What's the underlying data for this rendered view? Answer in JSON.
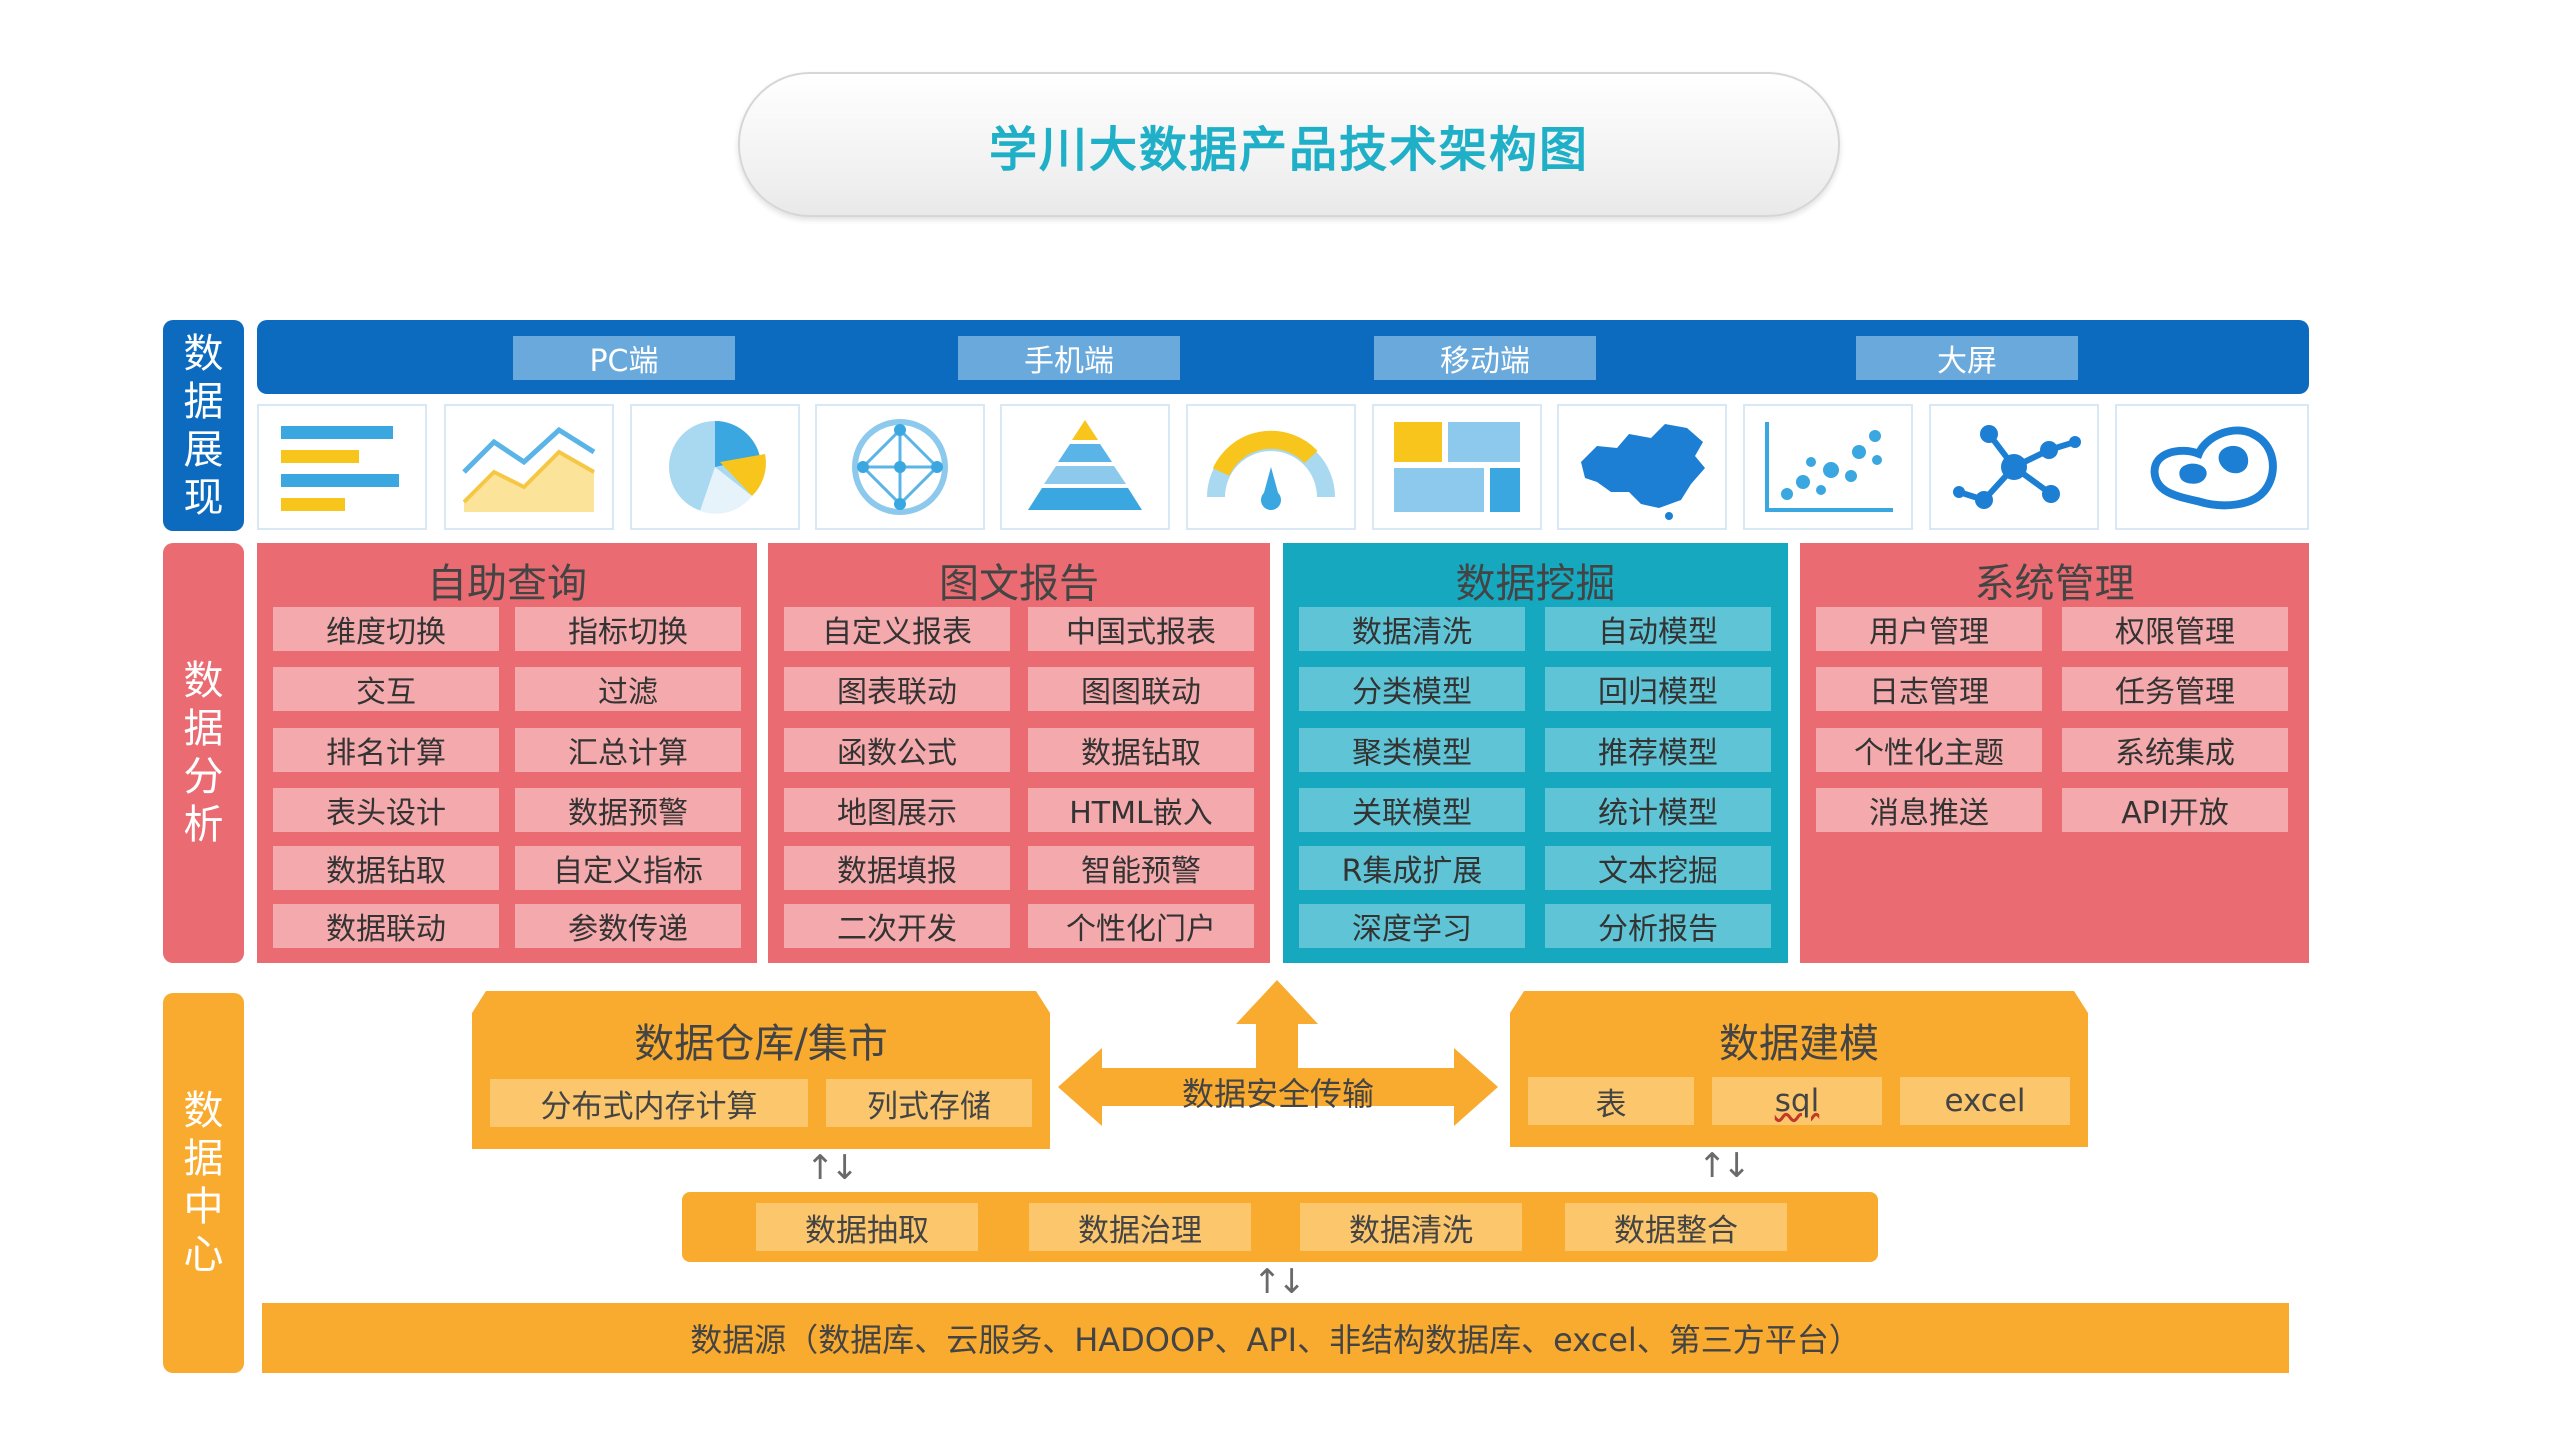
{
  "title": "学川大数据产品技术架构图",
  "colors": {
    "title": "#1fb0c8",
    "display_blue": "#0d6bbf",
    "analysis_red": "#ea6c72",
    "mining_teal": "#15a8bf",
    "center_orange": "#f9ab2f"
  },
  "side_labels": {
    "display": [
      "数",
      "据",
      "展",
      "现"
    ],
    "analysis": [
      "数",
      "据",
      "分",
      "析"
    ],
    "center": [
      "数",
      "据",
      "中",
      "心"
    ]
  },
  "devices": [
    "PC端",
    "手机端",
    "移动端",
    "大屏"
  ],
  "chart_icons": [
    "bar-chart-icon",
    "line-chart-icon",
    "pie-chart-icon",
    "network-diagram-icon",
    "pyramid-chart-icon",
    "gauge-icon",
    "treemap-icon",
    "china-map-icon",
    "scatter-plot-icon",
    "molecule-graph-icon",
    "region-map-icon"
  ],
  "panels": [
    {
      "title": "自助查询",
      "items": [
        "维度切换",
        "指标切换",
        "交互",
        "过滤",
        "排名计算",
        "汇总计算",
        "表头设计",
        "数据预警",
        "数据钻取",
        "自定义指标",
        "数据联动",
        "参数传递"
      ]
    },
    {
      "title": "图文报告",
      "items": [
        "自定义报表",
        "中国式报表",
        "图表联动",
        "图图联动",
        "函数公式",
        "数据钻取",
        "地图展示",
        "HTML嵌入",
        "数据填报",
        "智能预警",
        "二次开发",
        "个性化门户"
      ]
    },
    {
      "title": "数据挖掘",
      "items": [
        "数据清洗",
        "自动模型",
        "分类模型",
        "回归模型",
        "聚类模型",
        "推荐模型",
        "关联模型",
        "统计模型",
        "R集成扩展",
        "文本挖掘",
        "深度学习",
        "分析报告"
      ]
    },
    {
      "title": "系统管理",
      "items": [
        "用户管理",
        "权限管理",
        "日志管理",
        "任务管理",
        "个性化主题",
        "系统集成",
        "消息推送",
        "API开放"
      ]
    }
  ],
  "warehouse": {
    "title": "数据仓库/集市",
    "items": [
      "分布式内存计算",
      "列式存储"
    ]
  },
  "transfer": "数据安全传输",
  "modeling": {
    "title": "数据建模",
    "items": [
      "表",
      "sql",
      "excel"
    ]
  },
  "etl": [
    "数据抽取",
    "数据治理",
    "数据清洗",
    "数据整合"
  ],
  "updown": "↑↓",
  "source": "数据源（数据库、云服务、HADOOP、API、非结构数据库、excel、第三方平台）"
}
